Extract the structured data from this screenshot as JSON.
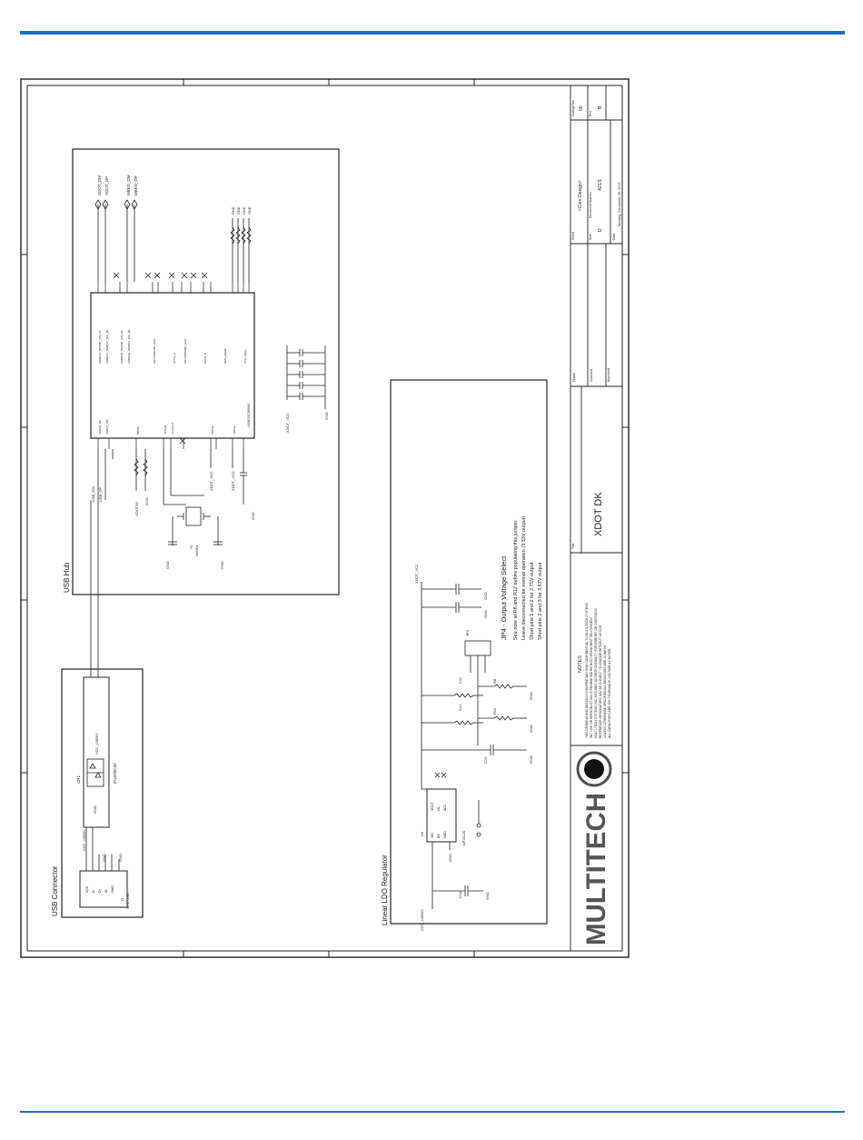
{
  "schematic": {
    "title_label": "Title",
    "title": "XDOT DK",
    "sheet_label": "Sheet",
    "sheet_name": "<Core Design>",
    "size_label": "Size",
    "size": "D",
    "doc_label": "Document Number",
    "doc_number": "421S",
    "rev_label": "Rev",
    "rev": "B",
    "change_label": "Change No",
    "change_no": "00",
    "date_label": "Date",
    "date": "Tuesday, December 29, 2015",
    "drawn_label": "Drawn",
    "checked_label": "Checked",
    "approved_label": "Approved",
    "notes_title": "NOTES",
    "notes_lines": [
      "THIS DRAWING AND DESIGN IS PROPRIETARY AND CONFIDENTIAL TO MULTI-TECH SYSTEMS",
      "INC. USE OR REPRODUCTION IS PROHIBITED WITHOUT PRIOR WRITTEN CONSENT",
      "MULTI-TECH SYSTEMS INC. ASSUMES NO RESPONSIBILITY FOR ERRORS OR OMISSIONS",
      "REFERENCE DESIGNATORS MAY BE SUBJECT TO CHANGE WITHOUT NOTICE",
      "UNLESS OTHERWISE SPECIFIED ALL RESISTORS ARE 1/16W 5%",
      "ALL CAPACITORS ARE 10% TOLERANCE, VOLTAGE AS NOTED"
    ],
    "logo_text": "MULTITECH"
  },
  "blocks": {
    "usb_hub": "USB Hub",
    "usb_connector": "USB Connector",
    "ldo": "Linear LDO Regulator"
  },
  "jp4": {
    "title": "JP4 - Output Voltage Select",
    "lines": [
      "See note at R8 and R12 before populating this jumper.",
      "Leave disconnected for normal operation (3.33V output)",
      "Short pins 1 and 2 for 2.75V output",
      "Short pins 2 and 3 for 3.67V output"
    ]
  },
  "labels": {
    "xdot_dm": "XDOT_DM",
    "xdot_dp": "XDOT_DP",
    "mbed_dm": "MBED_DM",
    "mbed_dp": "MBED_DP",
    "usb_dm": "USB_DM",
    "usb_dp": "USB_DP",
    "vcc_usb5v": "VCC_USB5V",
    "xdot_vcc": "XDOT_VCC",
    "vout33": "VOUT33",
    "gnd": "GND",
    "hub_chip": "USB2512B/M2",
    "crystal": "24MHz",
    "crystal_ref": "Y1",
    "esd_part": "IP4220CZ6",
    "esd_ref": "CR1",
    "ldo_part": "AP2112K",
    "ldo_ref": "U5",
    "jumper_ref": "JP4",
    "connector_ref": "J1",
    "connector_part": "MINI USB",
    "r8": "R8",
    "r12": "R12",
    "c11": "C11",
    "c12": "C12",
    "c13": "C13",
    "c14": "C14"
  }
}
